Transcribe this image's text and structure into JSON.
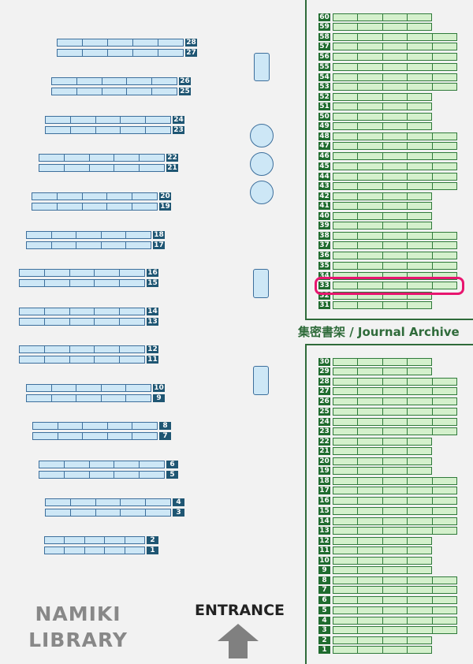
{
  "library": {
    "name_line1": "NAMIKI",
    "name_line2": "LIBRARY",
    "entrance_label": "ENTRANCE"
  },
  "archive": {
    "label": "集密書架 / Journal Archive"
  },
  "highlight": {
    "shelf_number": "33",
    "color": "#e8156f"
  },
  "colors": {
    "general_shelf": "#cde7f6",
    "general_label": "#1f5673",
    "archive_shelf": "#d4f0cc",
    "archive_label": "#1f6b2e"
  },
  "general_shelves": [
    {
      "number": "1"
    },
    {
      "number": "2"
    },
    {
      "number": "3"
    },
    {
      "number": "4"
    },
    {
      "number": "5"
    },
    {
      "number": "6"
    },
    {
      "number": "7"
    },
    {
      "number": "8"
    },
    {
      "number": "9"
    },
    {
      "number": "10"
    },
    {
      "number": "11"
    },
    {
      "number": "12"
    },
    {
      "number": "13"
    },
    {
      "number": "14"
    },
    {
      "number": "15"
    },
    {
      "number": "16"
    },
    {
      "number": "17"
    },
    {
      "number": "18"
    },
    {
      "number": "19"
    },
    {
      "number": "20"
    },
    {
      "number": "21"
    },
    {
      "number": "22"
    },
    {
      "number": "23"
    },
    {
      "number": "24"
    },
    {
      "number": "25"
    },
    {
      "number": "26"
    },
    {
      "number": "27"
    },
    {
      "number": "28"
    }
  ],
  "archive_shelves_upper": [
    "31",
    "32",
    "33",
    "34",
    "35",
    "36",
    "37",
    "38",
    "39",
    "40",
    "41",
    "42",
    "43",
    "44",
    "45",
    "46",
    "47",
    "48",
    "49",
    "50",
    "51",
    "52",
    "53",
    "54",
    "55",
    "56",
    "57",
    "58",
    "59",
    "60"
  ],
  "archive_shelves_lower": [
    "1",
    "2",
    "3",
    "4",
    "5",
    "6",
    "7",
    "8",
    "9",
    "10",
    "11",
    "12",
    "13",
    "14",
    "15",
    "16",
    "17",
    "18",
    "19",
    "20",
    "21",
    "22",
    "23",
    "24",
    "25",
    "26",
    "27",
    "28",
    "29",
    "30"
  ]
}
